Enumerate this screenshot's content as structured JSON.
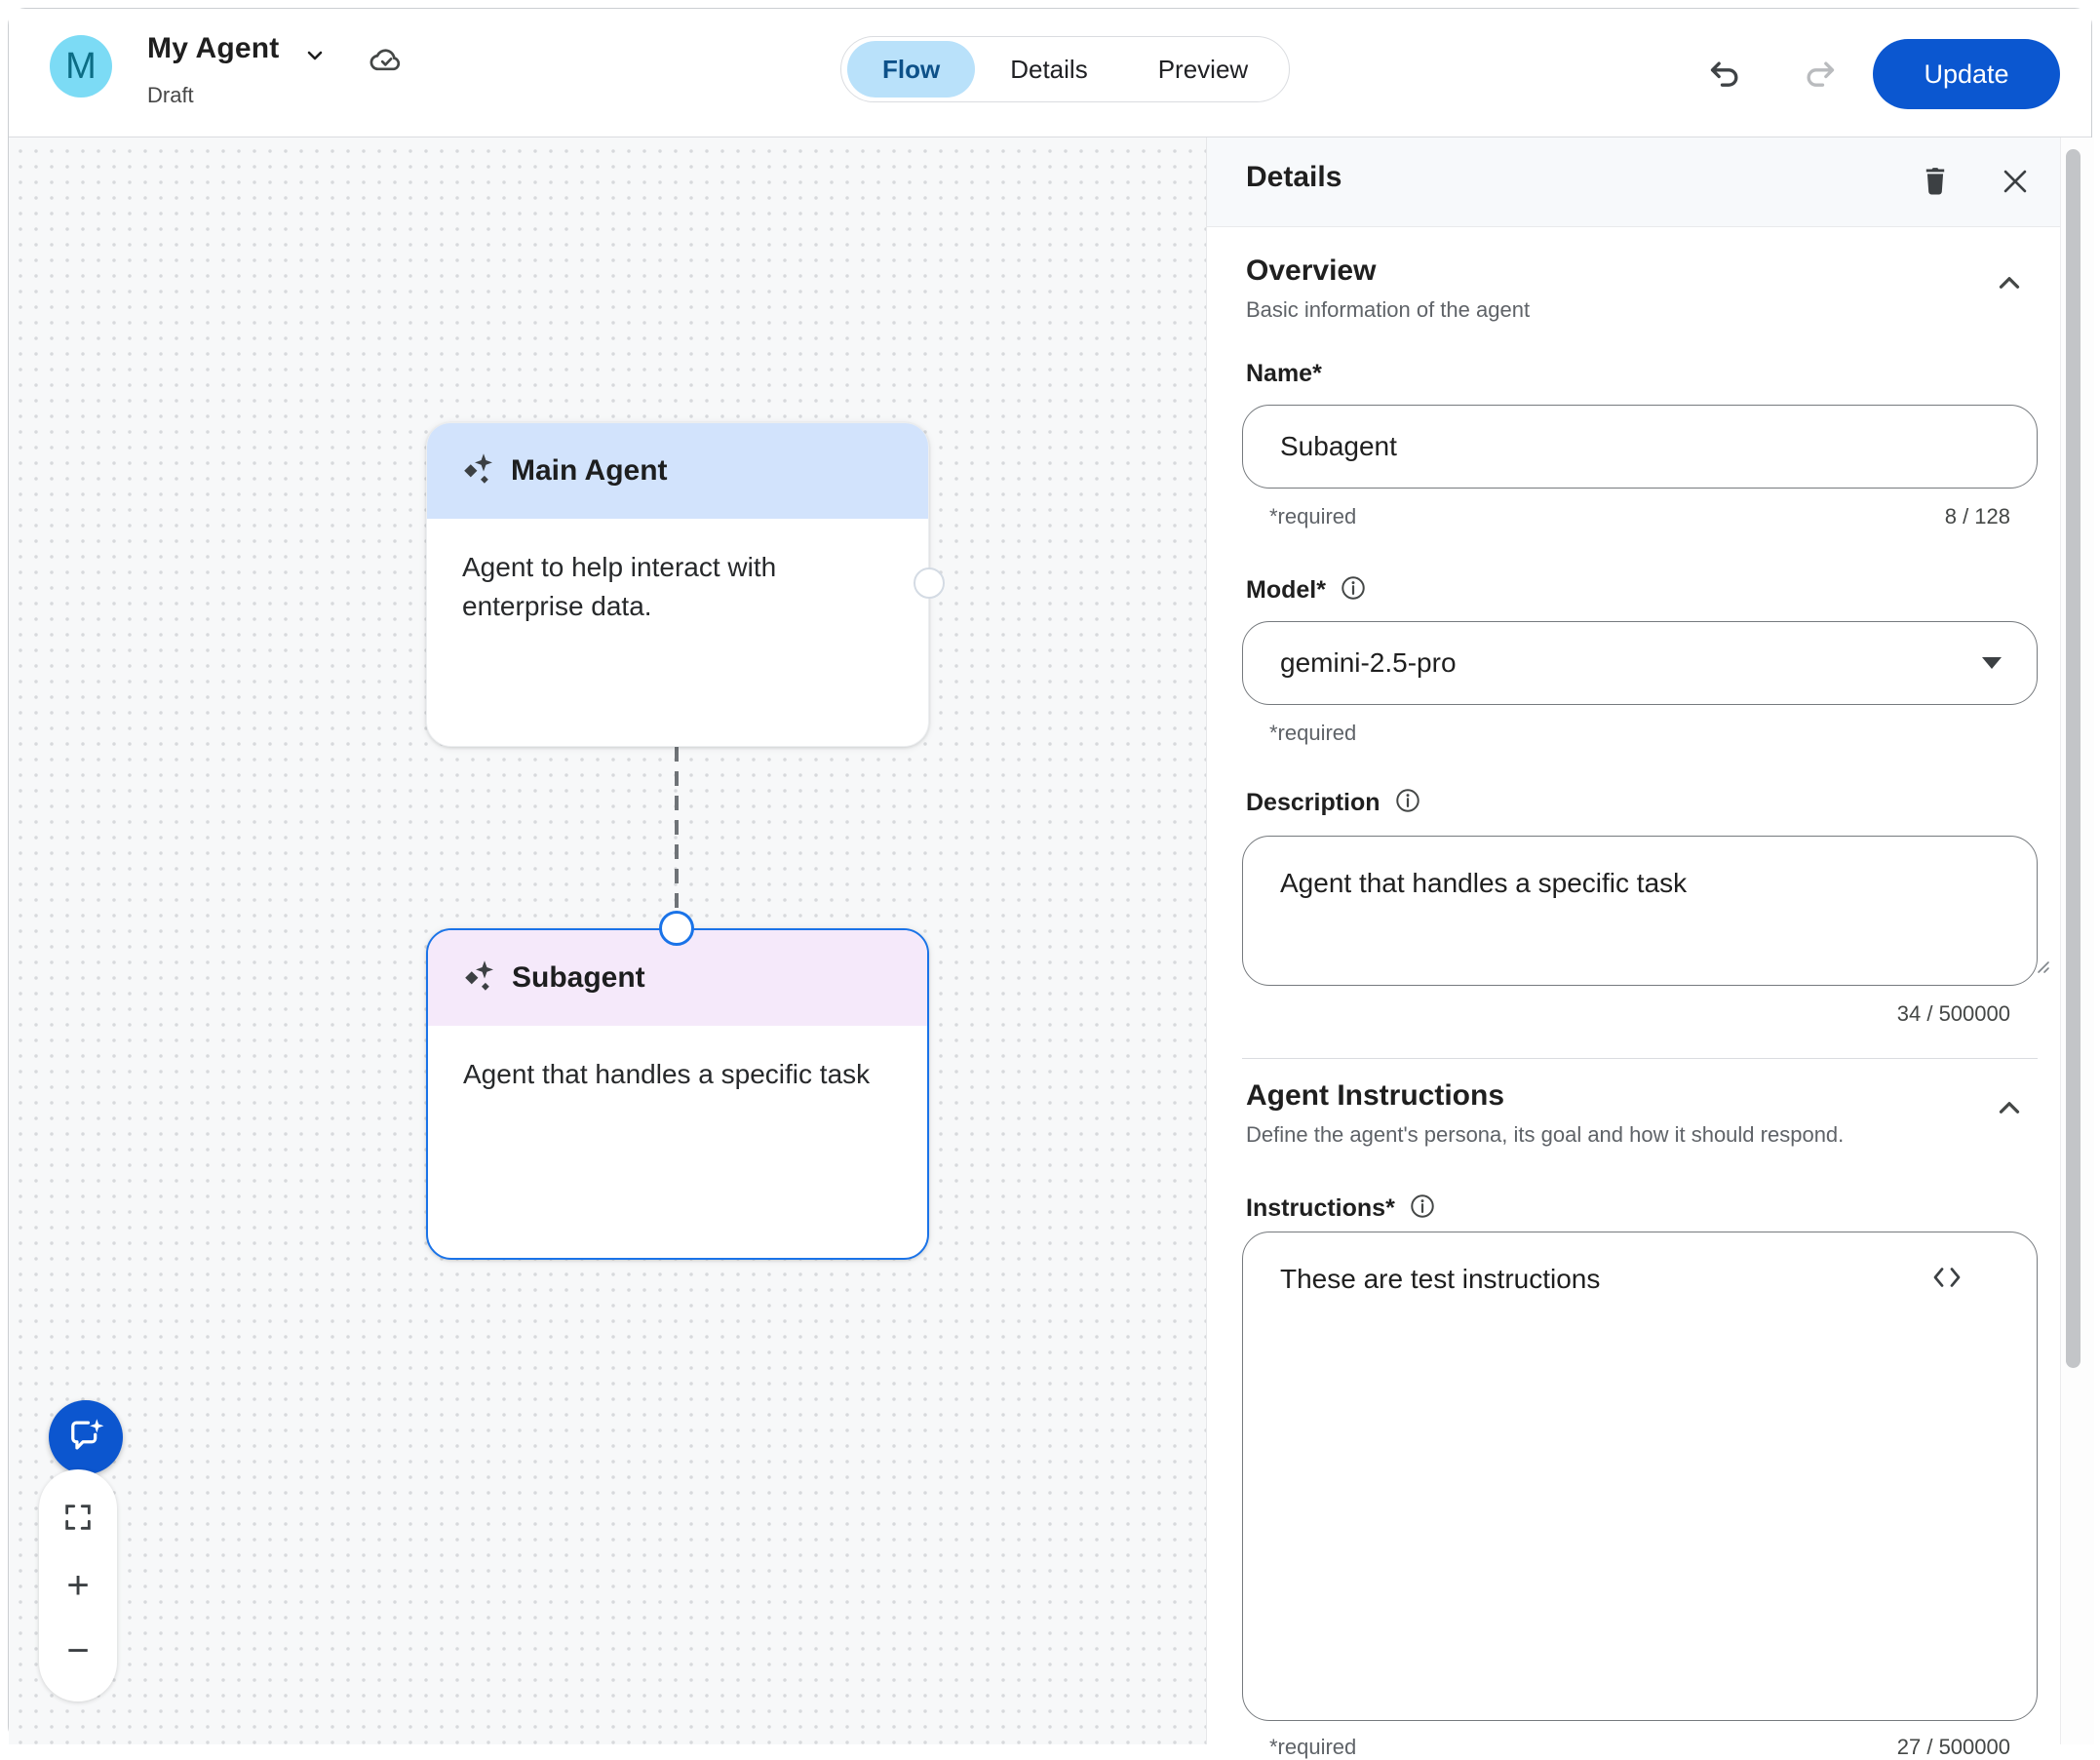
{
  "header": {
    "avatar_letter": "M",
    "title": "My Agent",
    "status": "Draft",
    "tabs": [
      {
        "label": "Flow",
        "active": true
      },
      {
        "label": "Details",
        "active": false
      },
      {
        "label": "Preview",
        "active": false
      }
    ],
    "update_label": "Update",
    "icons": [
      "chevron-down-icon",
      "cloud-done-icon",
      "undo-icon",
      "redo-icon"
    ]
  },
  "canvas": {
    "main_node": {
      "title": "Main Agent",
      "description": "Agent to help interact with enterprise data.",
      "icon": "spark-icon"
    },
    "sub_node": {
      "title": "Subagent",
      "description": "Agent that handles a specific task",
      "icon": "spark-icon",
      "selected": true
    },
    "controls": {
      "zoom_in": "+",
      "zoom_out": "−",
      "icons": [
        "chat-spark-icon",
        "fit-screen-icon"
      ]
    }
  },
  "panel": {
    "title": "Details",
    "overview": {
      "heading": "Overview",
      "subheading": "Basic information of the agent",
      "name": {
        "label": "Name*",
        "value": "Subagent",
        "required": "*required",
        "counter": "8 / 128"
      },
      "model": {
        "label": "Model*",
        "value": "gemini-2.5-pro",
        "required": "*required"
      },
      "description": {
        "label": "Description",
        "value": "Agent that handles a specific task",
        "counter": "34 / 500000"
      }
    },
    "instructions": {
      "heading": "Agent Instructions",
      "subheading": "Define the agent's persona, its goal and how it should respond.",
      "label": "Instructions*",
      "value": "These are test instructions",
      "required": "*required",
      "counter": "27 / 500000"
    }
  },
  "colors": {
    "accent_button": "#0b57d0",
    "selected_node_border": "#1a73e8",
    "main_node_header": "#d2e3fc",
    "sub_node_header": "#f5e9fa",
    "flow_tab_bg": "#b9e1fa",
    "flow_tab_text": "#0d5189",
    "avatar_bg": "#7cdbf5",
    "canvas_bg": "#f7f8f9"
  }
}
